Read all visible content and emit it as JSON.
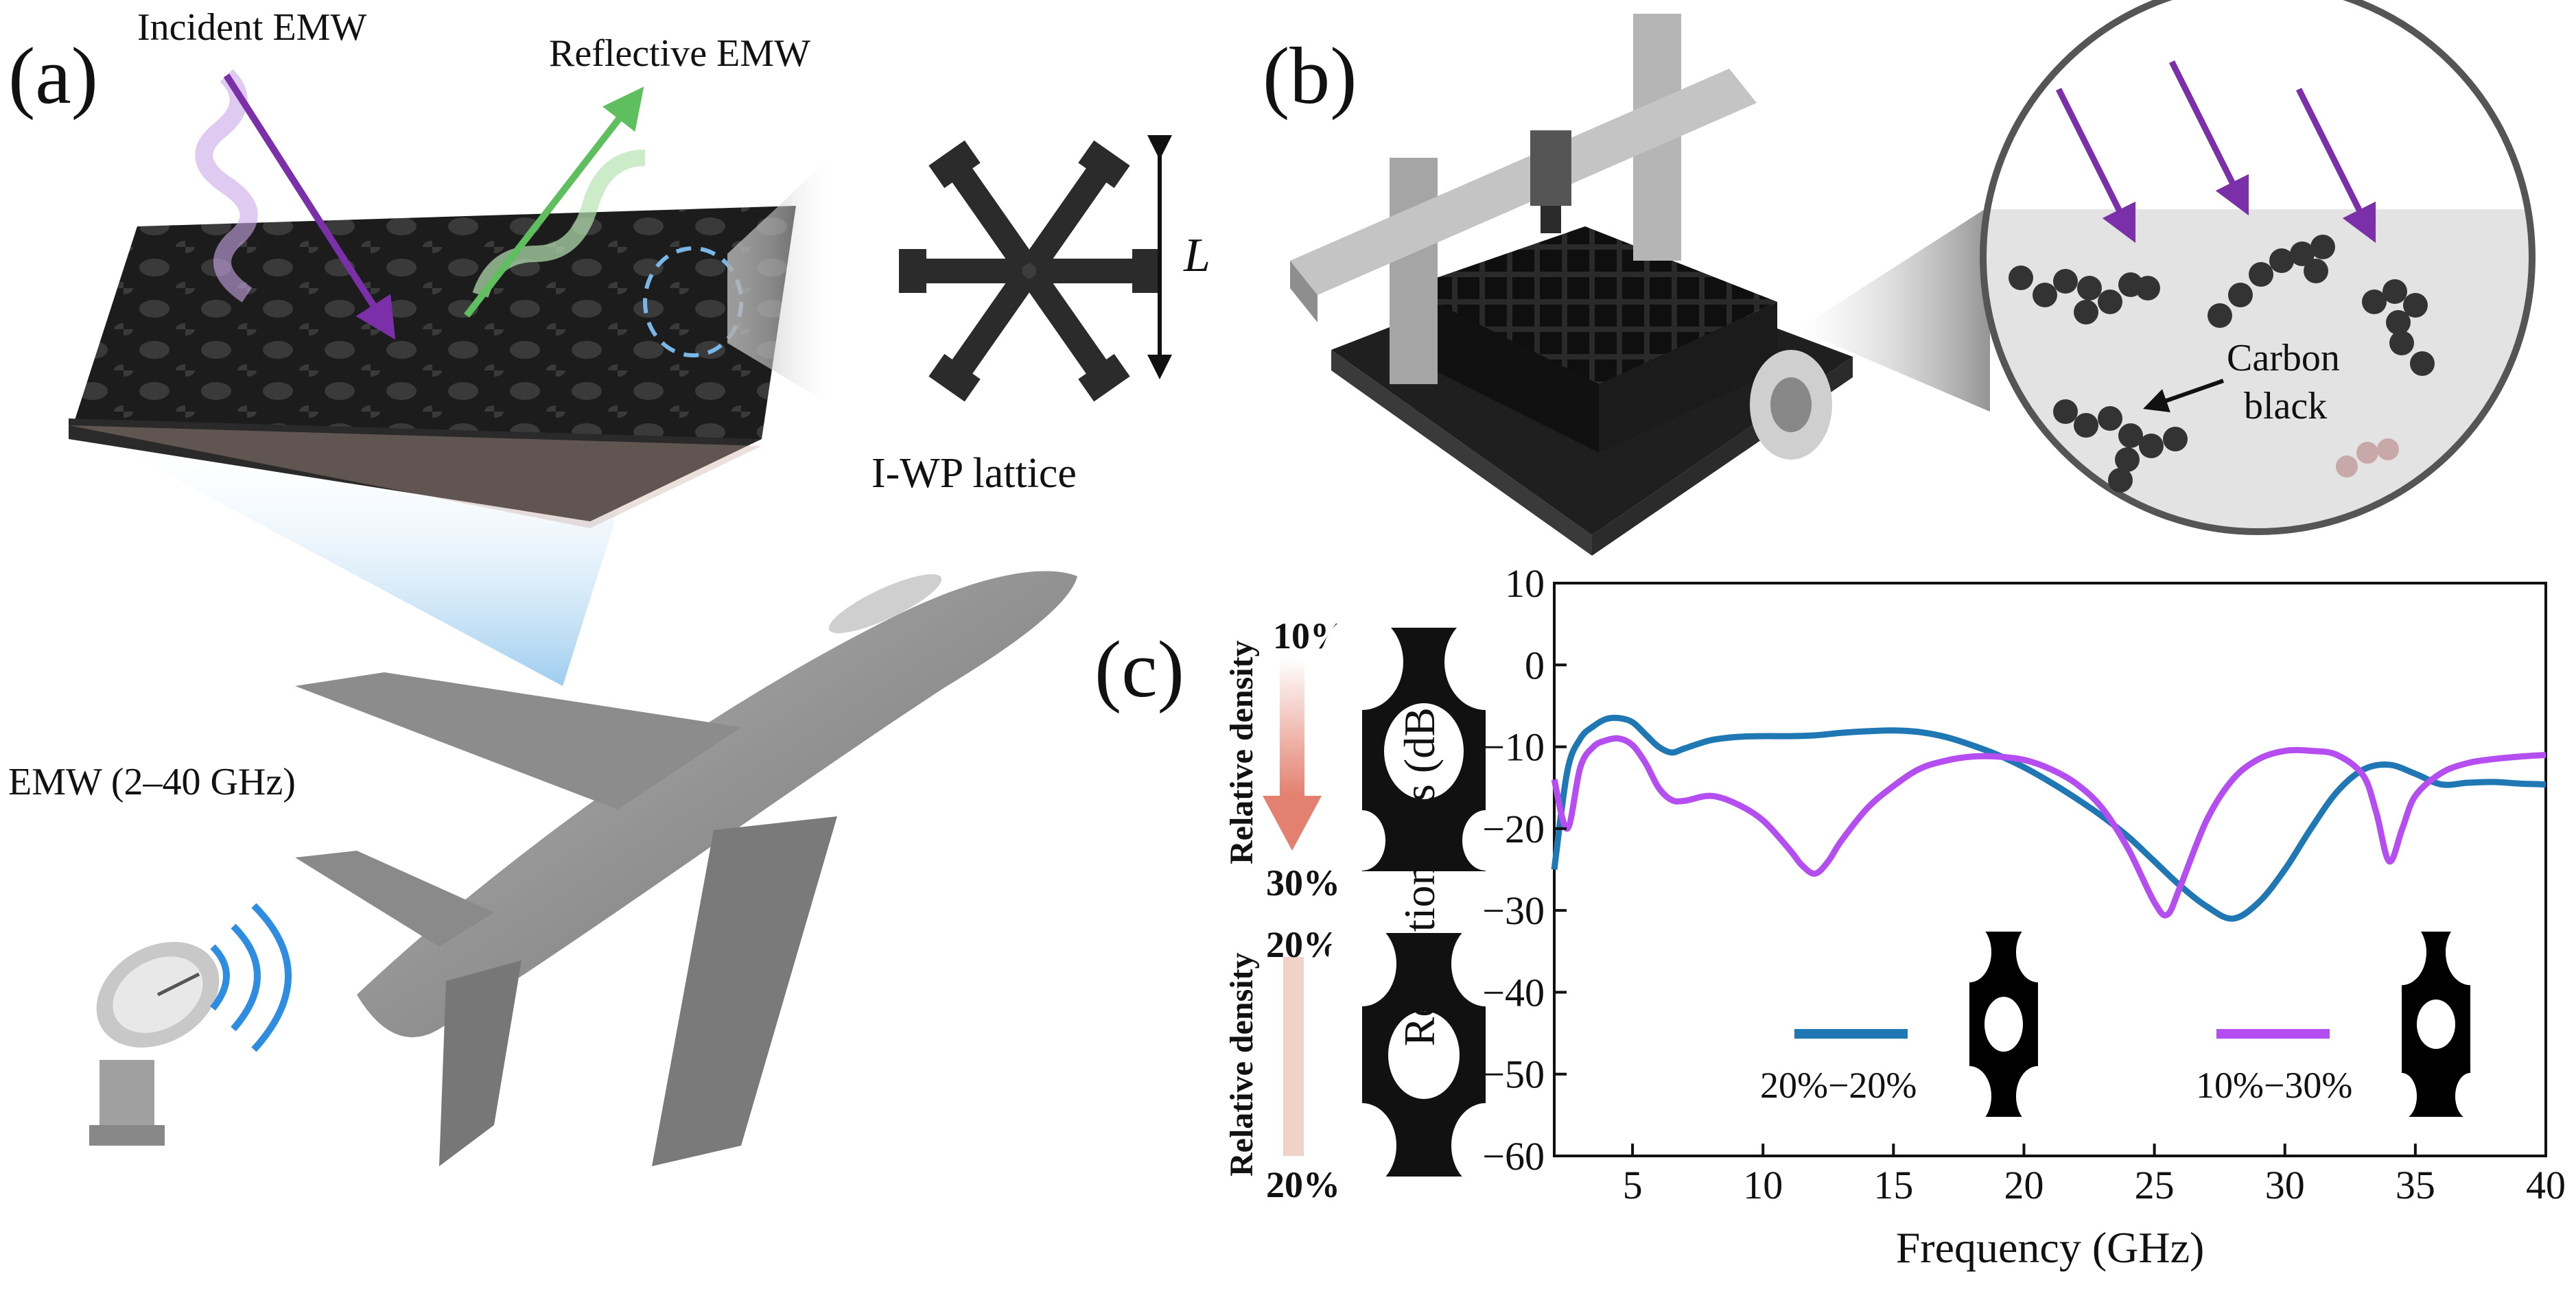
{
  "panels": {
    "a": {
      "letter": "(a)",
      "incident": "Incident EMW",
      "reflective": "Reflective EMW",
      "lattice": "I-WP lattice",
      "length_symbol": "L",
      "emw_range": "EMW (2–40 GHz)"
    },
    "b": {
      "letter": "(b)",
      "carbon_line1": "Carbon",
      "carbon_line2": "black"
    },
    "c": {
      "letter": "(c)",
      "relative_density": "Relative density",
      "gradient_top": "10%",
      "gradient_bottom": "30%",
      "uniform_top": "20%",
      "uniform_bottom": "20%"
    }
  },
  "colors": {
    "incident": "#7b2fa8",
    "reflective": "#5fbf5f",
    "series_uniform": "#1f77b4",
    "series_gradient": "#b44ef0",
    "gradient_arrow": "#e07a6a",
    "dashed_circle": "#79b7e8"
  },
  "icons": {
    "aircraft": "aircraft-icon",
    "radar": "radar-dish-icon",
    "printer": "3d-printer-icon"
  },
  "chart_data": {
    "type": "line",
    "xlabel": "Frequency (GHz)",
    "ylabel": "Reflection loss (dB)",
    "xlim": [
      2,
      40
    ],
    "ylim": [
      -60,
      10
    ],
    "xticks": [
      5,
      10,
      15,
      20,
      25,
      30,
      35,
      40
    ],
    "yticks": [
      10,
      0,
      -10,
      -20,
      -30,
      -40,
      -50,
      -60
    ],
    "grid": false,
    "legend_position": "bottom",
    "series": [
      {
        "name": "20%−20%",
        "x": [
          2,
          2.5,
          3,
          3.5,
          4,
          4.5,
          5,
          5.5,
          6,
          6.5,
          7,
          8,
          9,
          10,
          11,
          12,
          13,
          14,
          15,
          16,
          17,
          18,
          19,
          20,
          21,
          22,
          23,
          24,
          25,
          26,
          27,
          28,
          29,
          30,
          31,
          32,
          33,
          34,
          35,
          36,
          37,
          38,
          39,
          40
        ],
        "values": [
          -25,
          -13,
          -9,
          -7.5,
          -6.6,
          -6.5,
          -7,
          -8.5,
          -10,
          -10.7,
          -10.2,
          -9.2,
          -8.8,
          -8.7,
          -8.7,
          -8.6,
          -8.3,
          -8.1,
          -8.0,
          -8.2,
          -8.8,
          -9.8,
          -11.0,
          -12.5,
          -14.3,
          -16.3,
          -18.5,
          -21,
          -24,
          -27,
          -29.5,
          -31,
          -29,
          -25,
          -20,
          -15.5,
          -12.8,
          -12.2,
          -13.3,
          -14.6,
          -14.4,
          -14.3,
          -14.5,
          -14.6
        ]
      },
      {
        "name": "10%−30%",
        "x": [
          2,
          2.5,
          3,
          3.5,
          4,
          4.5,
          5,
          5.5,
          6,
          6.5,
          7,
          8,
          9,
          10,
          11,
          11.5,
          12,
          12.5,
          13,
          14,
          15,
          16,
          17,
          18,
          19,
          20,
          21,
          22,
          23,
          24,
          25,
          25.5,
          26,
          27,
          28,
          29,
          30,
          31,
          32,
          33,
          33.5,
          34,
          34.5,
          35,
          36,
          37,
          38,
          39,
          40
        ],
        "values": [
          -14,
          -20,
          -12.5,
          -10,
          -9.2,
          -9,
          -9.8,
          -12,
          -15,
          -16.5,
          -16.6,
          -16,
          -17,
          -19,
          -22.5,
          -24.5,
          -25.5,
          -24,
          -21.5,
          -17.5,
          -14.8,
          -12.7,
          -11.7,
          -11.2,
          -11.2,
          -11.6,
          -12.7,
          -14.5,
          -17.5,
          -22.5,
          -29,
          -30.5,
          -27,
          -19,
          -14,
          -11.5,
          -10.5,
          -10.5,
          -11,
          -13.5,
          -18,
          -24,
          -20,
          -16,
          -13.2,
          -12,
          -11.5,
          -11.2,
          -11
        ]
      }
    ]
  }
}
